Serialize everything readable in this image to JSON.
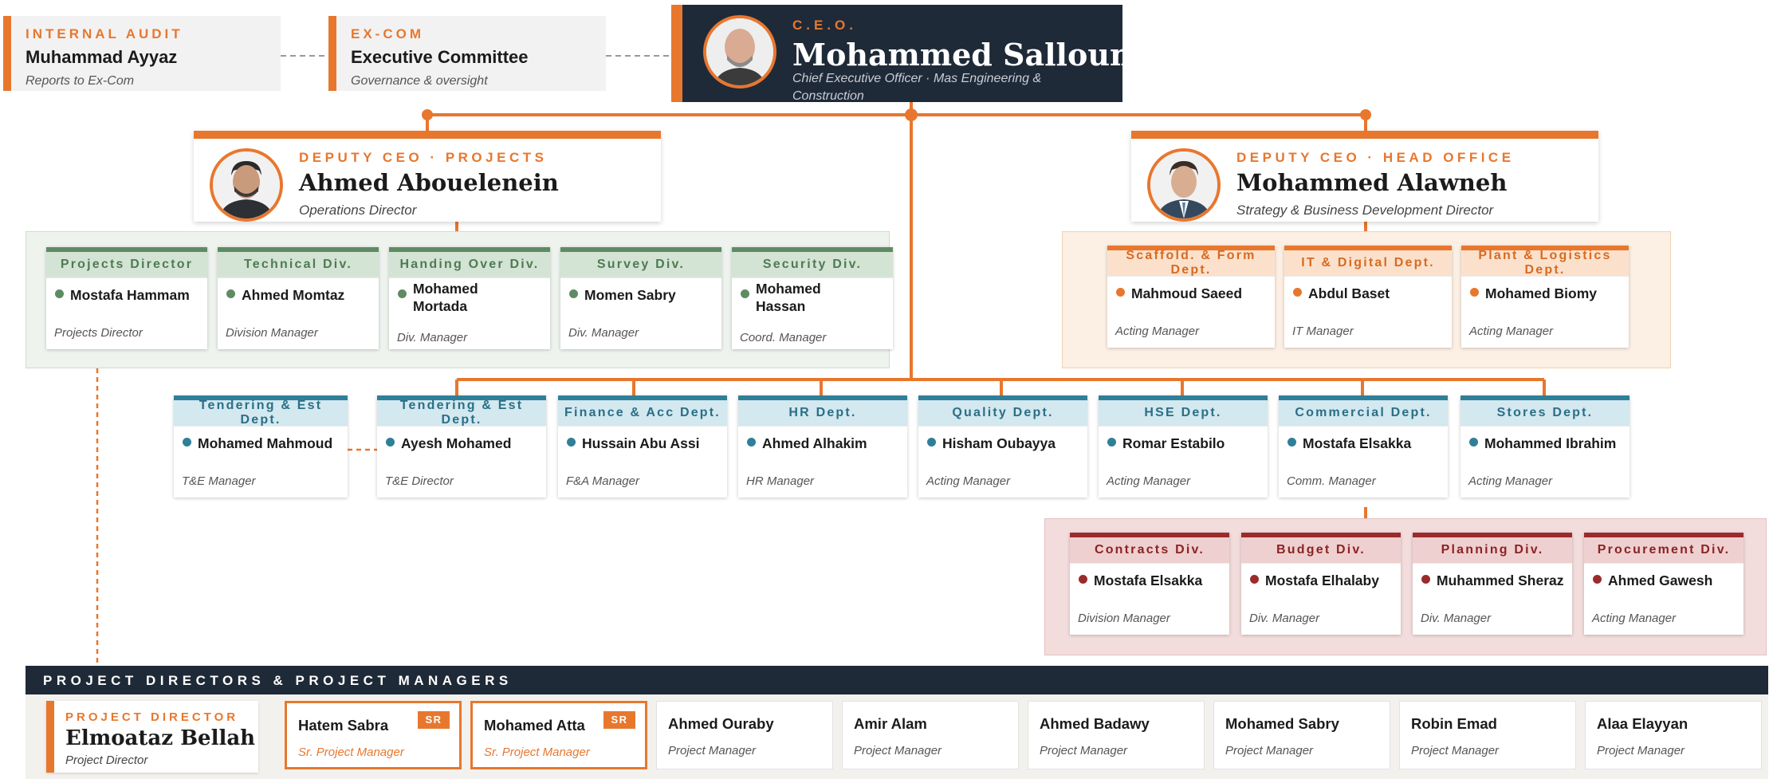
{
  "internal_audit": {
    "role": "INTERNAL AUDIT",
    "name": "Muhammad Ayyaz",
    "note": "Reports to Ex-Com"
  },
  "excom": {
    "role": "EX-COM",
    "name": "Executive Committee",
    "note": "Governance & oversight"
  },
  "ceo": {
    "role": "C.E.O.",
    "name": "Mohammed Salloum",
    "title": "Chief Executive Officer  ·  Mas Engineering & Construction"
  },
  "deputy_projects": {
    "role": "DEPUTY CEO   ·   PROJECTS",
    "name": "Ahmed Abouelenein",
    "title": "Operations Director"
  },
  "deputy_head_office": {
    "role": "DEPUTY CEO   ·   HEAD OFFICE",
    "name": "Mohammed Alawneh",
    "title": "Strategy & Business Development Director"
  },
  "projects_divisions": [
    {
      "dept": "Projects Director",
      "name": "Mostafa Hammam",
      "title": "Projects Director"
    },
    {
      "dept": "Technical Div.",
      "name": "Ahmed Momtaz",
      "title": "Division Manager"
    },
    {
      "dept": "Handing Over Div.",
      "name": "Mohamed Mortada",
      "title": "Div. Manager"
    },
    {
      "dept": "Survey Div.",
      "name": "Momen Sabry",
      "title": "Div. Manager"
    },
    {
      "dept": "Security Div.",
      "name": "Mohamed Hassan",
      "title": "Coord. Manager"
    }
  ],
  "head_office_depts": [
    {
      "dept": "Scaffold. & Form Dept.",
      "name": "Mahmoud Saeed",
      "title": "Acting Manager"
    },
    {
      "dept": "IT & Digital Dept.",
      "name": "Abdul Baset",
      "title": "IT Manager"
    },
    {
      "dept": "Plant & Logistics Dept.",
      "name": "Mohamed Biomy",
      "title": "Acting Manager"
    }
  ],
  "ceo_departments": [
    {
      "dept": "Tendering & Est Dept.",
      "name": "Mohamed Mahmoud",
      "title": "T&E Manager"
    },
    {
      "dept": "Tendering & Est Dept.",
      "name": "Ayesh Mohamed",
      "title": "T&E Director"
    },
    {
      "dept": "Finance & Acc Dept.",
      "name": "Hussain Abu Assi",
      "title": "F&A Manager"
    },
    {
      "dept": "HR Dept.",
      "name": "Ahmed Alhakim",
      "title": "HR Manager"
    },
    {
      "dept": "Quality Dept.",
      "name": "Hisham Oubayya",
      "title": "Acting Manager"
    },
    {
      "dept": "HSE Dept.",
      "name": "Romar Estabilo",
      "title": "Acting Manager"
    },
    {
      "dept": "Commercial Dept.",
      "name": "Mostafa Elsakka",
      "title": "Comm. Manager"
    },
    {
      "dept": "Stores Dept.",
      "name": "Mohammed Ibrahim",
      "title": "Acting Manager"
    }
  ],
  "commercial_divisions": [
    {
      "dept": "Contracts Div.",
      "name": "Mostafa Elsakka",
      "title": "Division Manager"
    },
    {
      "dept": "Budget Div.",
      "name": "Mostafa Elhalaby",
      "title": "Div. Manager"
    },
    {
      "dept": "Planning Div.",
      "name": "Muhammed Sheraz",
      "title": "Div. Manager"
    },
    {
      "dept": "Procurement Div.",
      "name": "Ahmed Gawesh",
      "title": "Acting Manager"
    }
  ],
  "project_section": {
    "banner": "PROJECT DIRECTORS & PROJECT MANAGERS",
    "director": {
      "role": "PROJECT DIRECTOR",
      "name": "Elmoataz Bellah",
      "title": "Project Director"
    },
    "managers": [
      {
        "name": "Hatem Sabra",
        "title": "Sr. Project Manager",
        "badge": "SR"
      },
      {
        "name": "Mohamed Atta",
        "title": "Sr. Project Manager",
        "badge": "SR"
      },
      {
        "name": "Ahmed Ouraby",
        "title": "Project Manager"
      },
      {
        "name": "Amir Alam",
        "title": "Project Manager"
      },
      {
        "name": "Ahmed Badawy",
        "title": "Project Manager"
      },
      {
        "name": "Mohamed Sabry",
        "title": "Project Manager"
      },
      {
        "name": "Robin Emad",
        "title": "Project Manager"
      },
      {
        "name": "Alaa Elayyan",
        "title": "Project Manager"
      }
    ]
  },
  "colors": {
    "accent": "#e8772e",
    "navy": "#1f2a38",
    "green": "#5f8b63",
    "teal": "#2f7f99",
    "maroon": "#9b2b2b"
  }
}
